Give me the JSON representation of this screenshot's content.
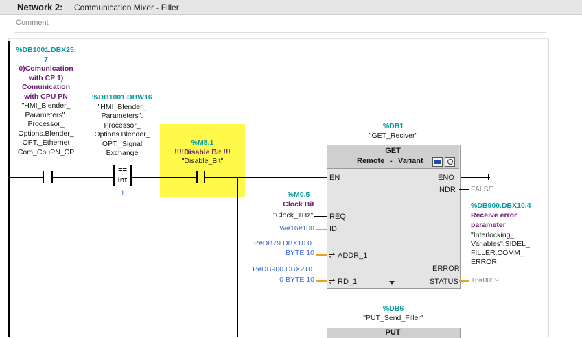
{
  "network": {
    "number": "Network 2:",
    "title": "Communication Mixer - Filler"
  },
  "comment_placeholder": "Comment",
  "contact1": {
    "address_l1": "%DB1001.DBX25.",
    "address_l2": "7",
    "comment_lines": [
      "0)Comunication",
      "with CP   1)",
      "Comunication",
      "with CPU PN"
    ],
    "symbol_lines": [
      "\"HMI_Blender_",
      "Parameters\".",
      "Processor_",
      "Options.Blender_",
      "OPT._Ethernet",
      "Com_CpuPN_CP"
    ]
  },
  "compare": {
    "address": "%DB1001.DBW16",
    "symbol_lines": [
      "\"HMI_Blender_",
      "Parameters\".",
      "Processor_",
      "Options.Blender_",
      "OPT._Signal",
      "Exchange"
    ],
    "op": "==",
    "type": "Int",
    "value": "1"
  },
  "contact3": {
    "address": "%M5.1",
    "comment": "!!!!Disable Bit !!!",
    "symbol": "\"Disable_Bit\""
  },
  "get_block": {
    "instance_address": "%DB1",
    "instance_symbol": "\"GET_Reciver\"",
    "name": "GET",
    "header_label": "Remote",
    "header_dash": "-",
    "header_variant": "Variant",
    "pins_in": {
      "en": "EN",
      "req": "REQ",
      "id": "ID",
      "addr": "ADDR_1",
      "rd": "RD_1"
    },
    "pins_out": {
      "eno": "ENO",
      "ndr": "NDR",
      "error": "ERROR",
      "status": "STATUS"
    }
  },
  "req_param": {
    "address": "%M0.5",
    "comment": "Clock Bit",
    "symbol": "\"Clock_1Hz\""
  },
  "id_param": "W#16#100",
  "addr_param": {
    "l1": "P#DB79.DBX10.0",
    "l2": "BYTE 10"
  },
  "rd_param": {
    "l1": "P#DB900.DBX210.",
    "l2": "0 BYTE 10"
  },
  "ndr_value": "FALSE",
  "error_param": {
    "address": "%DB900.DBX10.4",
    "comment_l1": "Receive error",
    "comment_l2": "parameter",
    "symbol_lines": [
      "\"Interlocking_",
      "Variables\".SIDEL_",
      "FILLER.COMM_",
      "ERROR"
    ]
  },
  "status_value": "16#0019",
  "put_block": {
    "instance_address": "%DB6",
    "instance_symbol": "\"PUT_Send_Filler\"",
    "name": "PUT"
  }
}
